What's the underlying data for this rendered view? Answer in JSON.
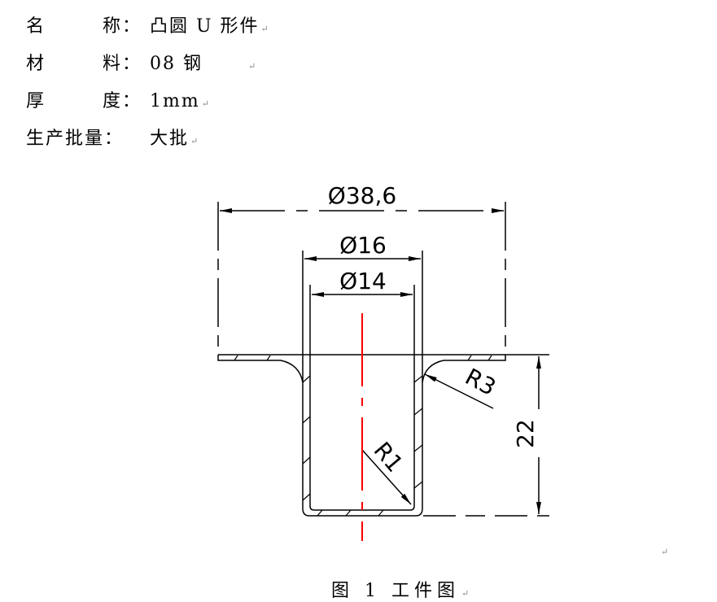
{
  "spec": {
    "name": {
      "label_a": "名",
      "label_b": "称：",
      "value": "凸圆 U 形件"
    },
    "material": {
      "label_a": "材",
      "label_b": "料：",
      "value": "08 钢"
    },
    "thickness": {
      "label_a": "厚",
      "label_b": "度：",
      "value": "1mm"
    },
    "batch": {
      "label": "生产批量：",
      "value": "大批"
    }
  },
  "paragraph_mark": "↵",
  "drawing": {
    "dim_outer_diameter": "Ø38,6",
    "dim_mid_diameter": "Ø16",
    "dim_inner_diameter": "Ø14",
    "dim_height": "22",
    "radius_flange": "R3",
    "radius_bottom": "R1",
    "centerline_color": "#ff0000",
    "line_color": "#000000"
  },
  "caption": "图 1 工件图"
}
